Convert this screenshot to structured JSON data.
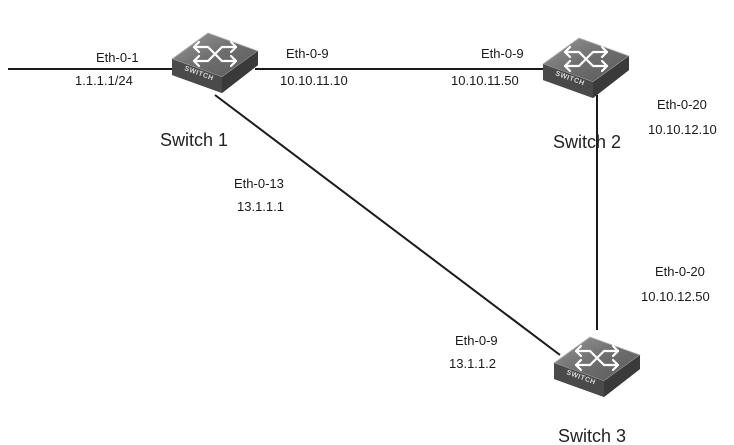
{
  "switches": {
    "s1": {
      "name": "Switch 1",
      "icon_text": "SWITCH"
    },
    "s2": {
      "name": "Switch 2",
      "icon_text": "SWITCH"
    },
    "s3": {
      "name": "Switch 3",
      "icon_text": "SWITCH"
    }
  },
  "ports": {
    "s1_uplink": {
      "port": "Eth-0-1",
      "ip": "1.1.1.1/24"
    },
    "s1_to_s2": {
      "port": "Eth-0-9",
      "ip": "10.10.11.10"
    },
    "s2_to_s1": {
      "port": "Eth-0-9",
      "ip": "10.10.11.50"
    },
    "s2_to_s3": {
      "port": "Eth-0-20",
      "ip": "10.10.12.10"
    },
    "s3_to_s2": {
      "port": "Eth-0-20",
      "ip": "10.10.12.50"
    },
    "s1_to_s3": {
      "port": "Eth-0-13",
      "ip": "13.1.1.1"
    },
    "s3_to_s1": {
      "port": "Eth-0-9",
      "ip": "13.1.1.2"
    }
  }
}
